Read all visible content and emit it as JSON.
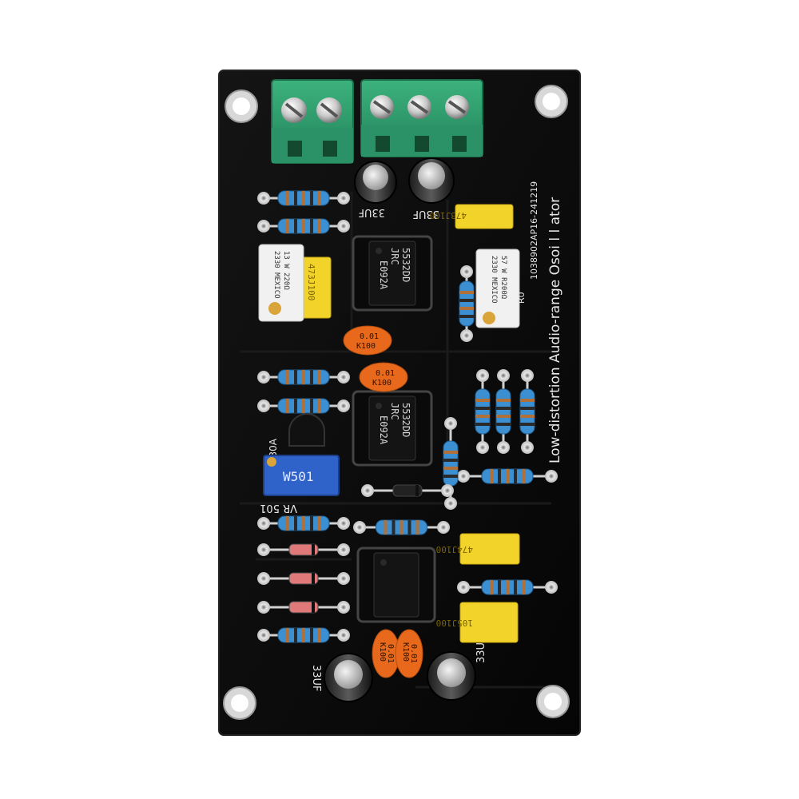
{
  "board": {
    "title_line1": "Low-distortion Audio-range Osoi l l ator",
    "title_line2": "1038902AP16-241219",
    "label_vr": "VR 501",
    "label_transistor": "SK30A",
    "label_r0": "R0"
  },
  "opamps": [
    {
      "line1": "5532DD",
      "line2": "JRC",
      "line3": "E092A"
    },
    {
      "line1": "5532DD",
      "line2": "JRC",
      "line3": "E092A"
    },
    {
      "line1": "",
      "line2": "",
      "line3": ""
    }
  ],
  "electrolytics": [
    {
      "label": "33UF"
    },
    {
      "label": "33UF"
    },
    {
      "label": "33UF"
    },
    {
      "label": "33UF"
    }
  ],
  "film_caps": [
    {
      "label": "473J100"
    },
    {
      "label": "473J100"
    },
    {
      "label": "474J100"
    },
    {
      "label": "105J100"
    }
  ],
  "ceramic_caps": [
    {
      "line1": "0.01",
      "line2": "K100"
    },
    {
      "line1": "0.01",
      "line2": "K100"
    },
    {
      "line1": "0.01",
      "line2": "K100"
    },
    {
      "line1": "0.01",
      "line2": "K100"
    }
  ],
  "lamps": [
    {
      "line1": "13 W 220Ω",
      "line2": "2330 MEXICO"
    },
    {
      "line1": "57 W R200Ω",
      "line2": "2330 MEXICO"
    }
  ],
  "trimmer": {
    "label": "W501"
  },
  "colors": {
    "pcb": "#0b0b0b",
    "terminal": "#2f9e6e",
    "film": "#f2d32a",
    "ceramic": "#e8691c",
    "trimmer": "#2f63c9"
  }
}
